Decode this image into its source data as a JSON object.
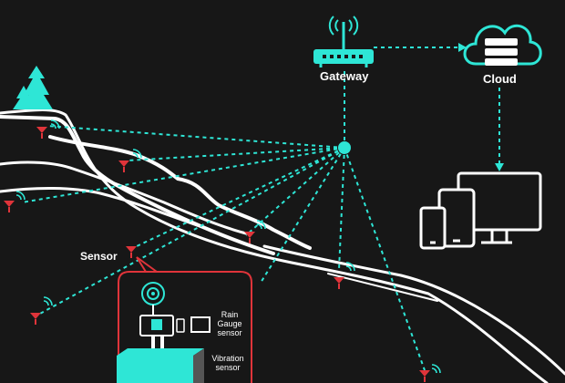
{
  "labels": {
    "gateway": "Gateway",
    "cloud": "Cloud",
    "sensor": "Sensor",
    "rain_gauge": [
      "Rain",
      "Gauge",
      "sensor"
    ],
    "vibration": [
      "Vibration",
      "sensor"
    ]
  },
  "icons": {
    "gateway": "router-icon",
    "cloud": "cloud-server-icon",
    "devices": "devices-icon",
    "tree": "pine-tree-icon",
    "sensor": "sensor-pin-icon"
  },
  "colors": {
    "background": "#171717",
    "accent": "#2ee6d6",
    "pin": "#e0343a",
    "terrain": "#ffffff"
  }
}
